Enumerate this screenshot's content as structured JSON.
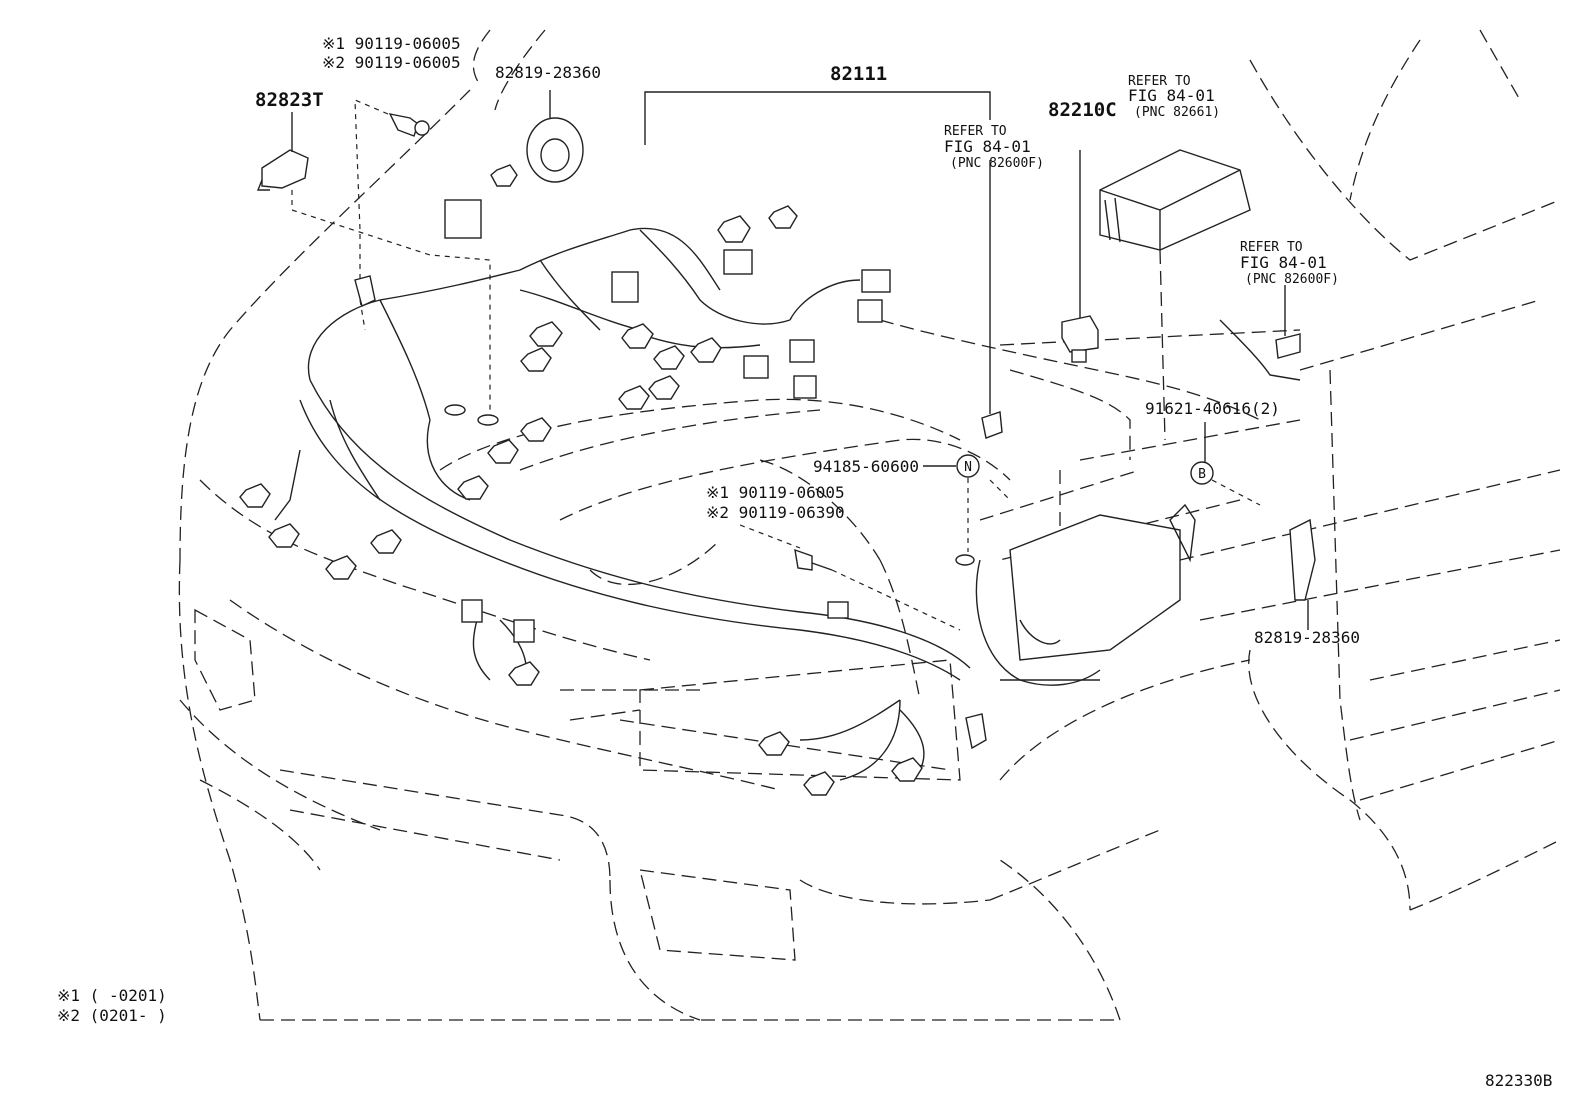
{
  "labels": {
    "clip_fastener_note1": "※1 90119-06005",
    "clip_fastener_note2": "※2 90119-06005",
    "grommet_top": "82819-28360",
    "clamp": "82823T",
    "harness_main": "82111",
    "refer1_line1": "REFER TO",
    "refer1_line2": "FIG 84-01",
    "refer1_line3": "(PNC 82600F)",
    "relay": "82210C",
    "refer2_line1": "REFER TO",
    "refer2_line2": "FIG 84-01",
    "refer2_line3": "(PNC 82661)",
    "refer3_line1": "REFER TO",
    "refer3_line2": "FIG 84-01",
    "refer3_line3": "(PNC 82600F)",
    "bolt_b": "91621-40616(2)",
    "bolt_b_marker": "B",
    "nut_n": "94185-60600",
    "nut_n_marker": "N",
    "bolt_mid_note1": "※1 90119-06005",
    "bolt_mid_note2": "※2 90119-06390",
    "grommet_right": "82819-28360",
    "legend_1": "※1 (     -0201)",
    "legend_2": "※2 (0201-     )",
    "diagram_id": "822330B"
  },
  "icons": {
    "marker_b": "circle-letter-b",
    "marker_n": "circle-letter-n"
  }
}
